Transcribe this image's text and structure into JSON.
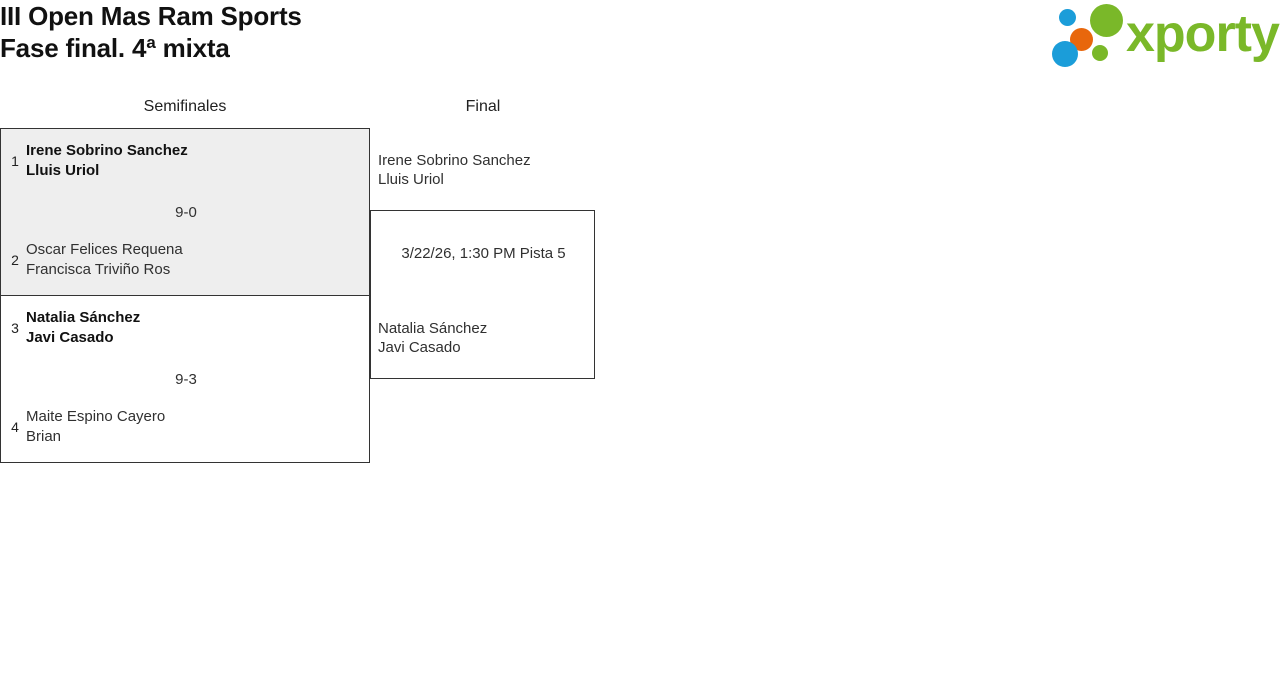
{
  "header": {
    "title_line1": "III Open Mas Ram Sports",
    "title_line2": "Fase final. 4ª mixta",
    "logo_word": "xporty"
  },
  "rounds": [
    {
      "label": "Semifinales"
    },
    {
      "label": "Final"
    }
  ],
  "semifinals": [
    {
      "match_id": "sf1",
      "highlighted": true,
      "score": "9-0",
      "teams": [
        {
          "seed": "1",
          "player1": "Irene Sobrino Sanchez",
          "player2": "Lluis Uriol",
          "winner": true
        },
        {
          "seed": "2",
          "player1": "Oscar Felices Requena",
          "player2": "Francisca Triviño Ros",
          "winner": false
        }
      ]
    },
    {
      "match_id": "sf2",
      "highlighted": false,
      "score": "9-3",
      "teams": [
        {
          "seed": "3",
          "player1": "Natalia Sánchez",
          "player2": "Javi Casado",
          "winner": true
        },
        {
          "seed": "4",
          "player1": "Maite Espino Cayero",
          "player2": "Brian",
          "winner": false
        }
      ]
    }
  ],
  "final": {
    "match_id": "final",
    "schedule": "3/22/26, 1:30 PM Pista 5",
    "teams": [
      {
        "player1": "Irene Sobrino Sanchez",
        "player2": "Lluis Uriol",
        "winner": false
      },
      {
        "player1": "Natalia Sánchez",
        "player2": "Javi Casado",
        "winner": false
      }
    ]
  },
  "colors": {
    "brand_green": "#7AB829",
    "brand_blue": "#1B9DD9",
    "brand_orange": "#E8670C",
    "highlight_bg": "#EEEEEE",
    "border": "#333333"
  }
}
